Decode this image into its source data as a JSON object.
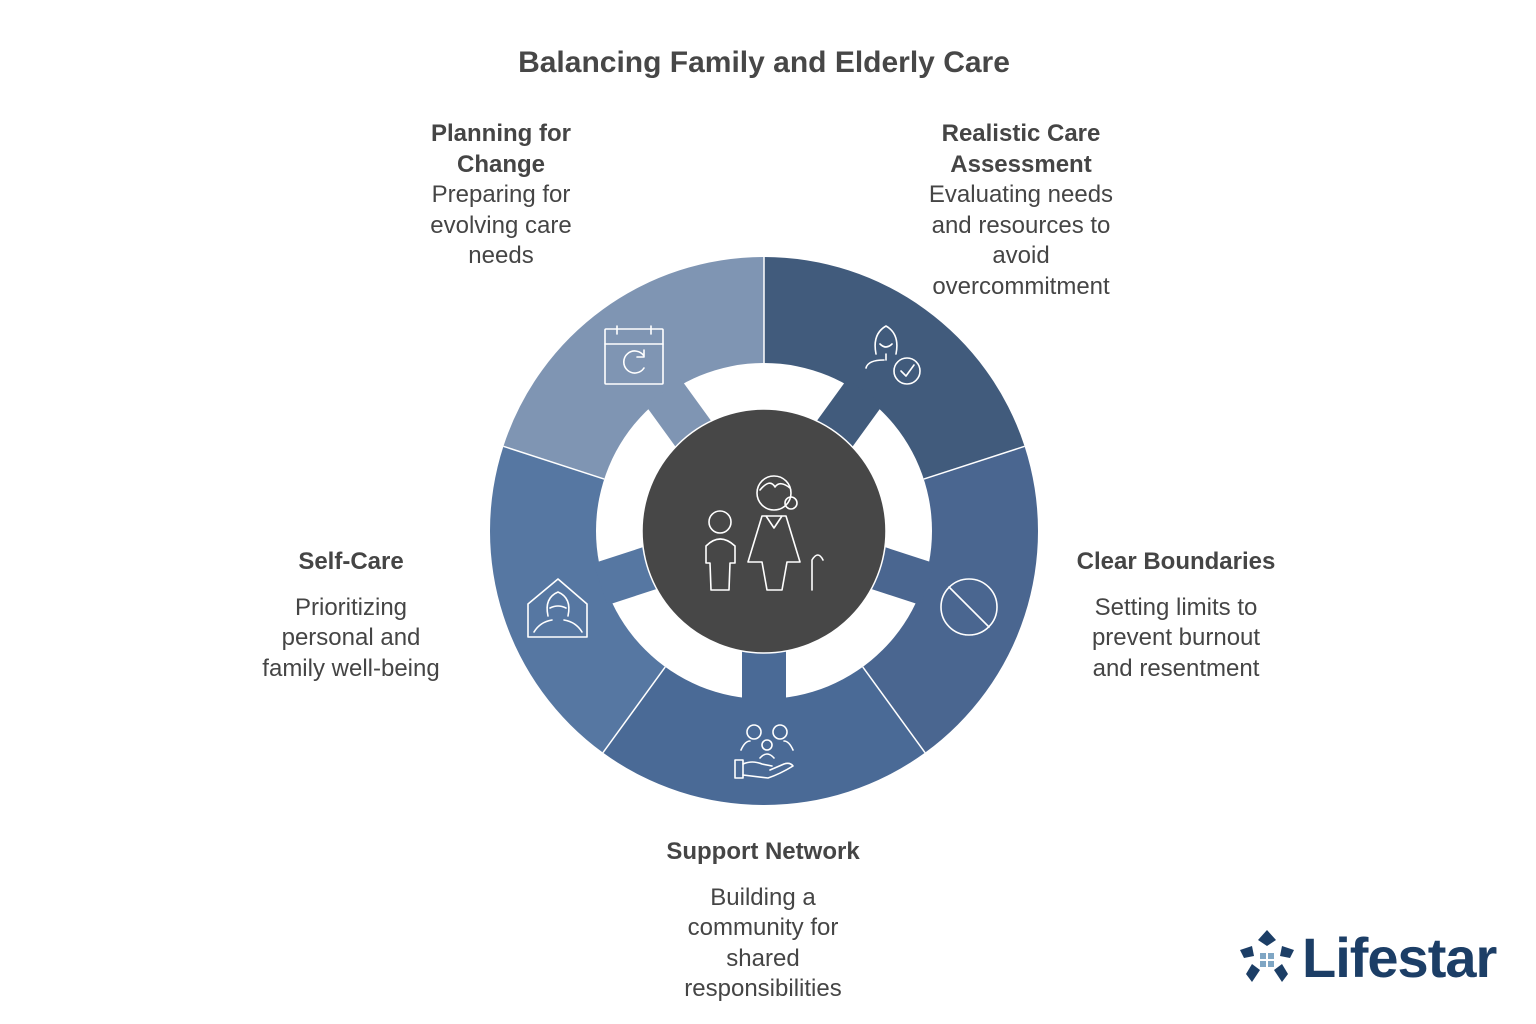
{
  "title": "Balancing Family and Elderly Care",
  "center_icon": "elderly-woman-and-child-icon",
  "segments": [
    {
      "title": "Realistic Care Assessment",
      "title_lines": [
        "Realistic Care",
        "Assessment"
      ],
      "description": "Evaluating needs and resources to avoid overcommitment",
      "icon": "person-check-icon",
      "color": "#415b7c"
    },
    {
      "title": "Clear Boundaries",
      "title_lines": [
        "Clear Boundaries"
      ],
      "description": "Setting limits to prevent burnout and resentment",
      "icon": "prohibited-icon",
      "color": "#4a6690"
    },
    {
      "title": "Support Network",
      "title_lines": [
        "Support Network"
      ],
      "description": "Building a community for shared responsibilities",
      "icon": "family-in-hand-icon",
      "color": "#4a6a96"
    },
    {
      "title": "Self-Care",
      "title_lines": [
        "Self-Care"
      ],
      "description": "Prioritizing personal and family well-being",
      "icon": "person-in-house-icon",
      "color": "#5677a2"
    },
    {
      "title": "Planning for Change",
      "title_lines": [
        "Planning for",
        "Change"
      ],
      "description": "Preparing for evolving care needs",
      "icon": "calendar-refresh-icon",
      "color": "#7f95b3"
    }
  ],
  "center_color": "#474747",
  "logo": {
    "text": "Lifestar",
    "color": "#1c3e66"
  }
}
